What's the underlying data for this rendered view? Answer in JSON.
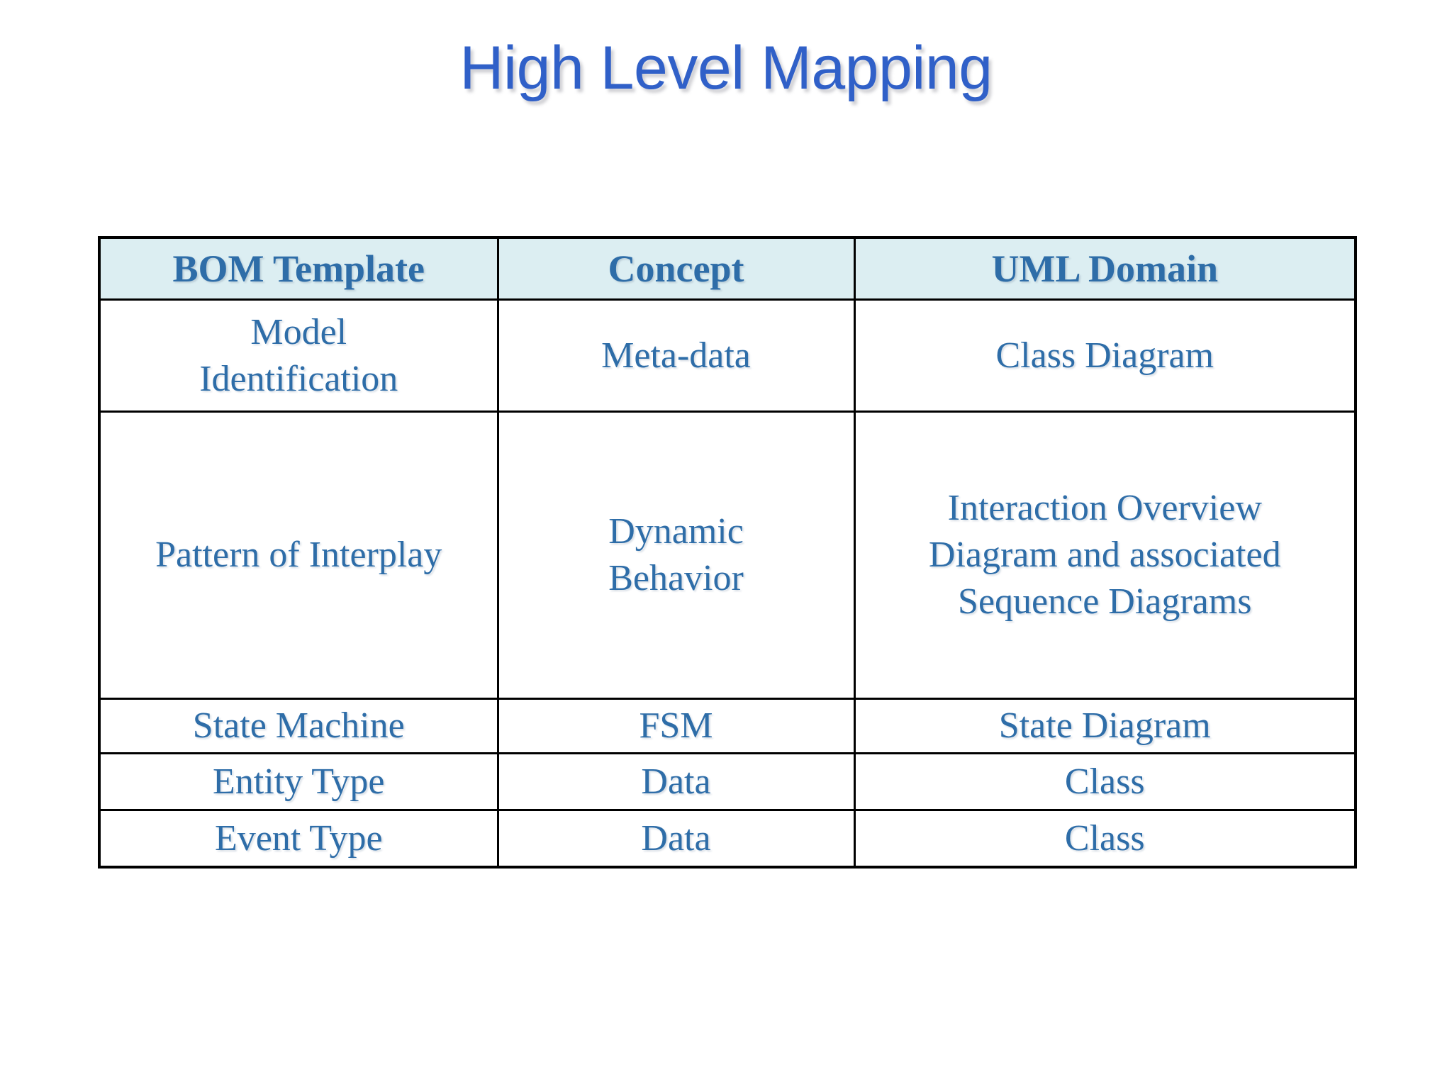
{
  "slide": {
    "title": "High Level Mapping",
    "title_color": "#3060C8",
    "background_color": "#FFFFFF"
  },
  "table": {
    "header_background": "#DCEEF2",
    "text_color": "#2E6DA8",
    "border_color": "#000000",
    "headers": [
      "BOM Template",
      "Concept",
      "UML Domain"
    ],
    "rows": [
      {
        "bom_template_line1": "Model",
        "bom_template_line2": "Identification",
        "concept": "Meta-data",
        "uml_domain": "Class Diagram"
      },
      {
        "bom_template": "Pattern of Interplay",
        "concept_line1": "Dynamic",
        "concept_line2": "Behavior",
        "uml_domain_line1": "Interaction Overview",
        "uml_domain_line2": "Diagram and associated",
        "uml_domain_line3": "Sequence Diagrams"
      },
      {
        "bom_template": "State Machine",
        "concept": "FSM",
        "uml_domain": "State Diagram"
      },
      {
        "bom_template": "Entity Type",
        "concept": "Data",
        "uml_domain": "Class"
      },
      {
        "bom_template": "Event Type",
        "concept": "Data",
        "uml_domain": "Class"
      }
    ]
  }
}
